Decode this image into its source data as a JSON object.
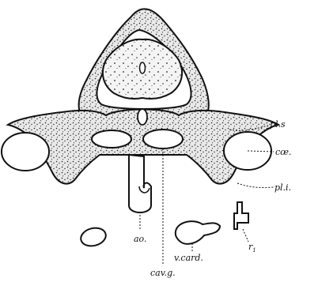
{
  "diagram": {
    "colors": {
      "ink": "#111111",
      "paper": "#ffffff",
      "stipple": "#1a1a1a"
    },
    "labels": {
      "pl_s": "pl.s",
      "coe": "cœ.",
      "pl_i": "pl.i.",
      "ao": "ao.",
      "v_card": "v.card.",
      "r1": "r",
      "r1_sub": "1",
      "cav_g": "cav.g."
    }
  }
}
